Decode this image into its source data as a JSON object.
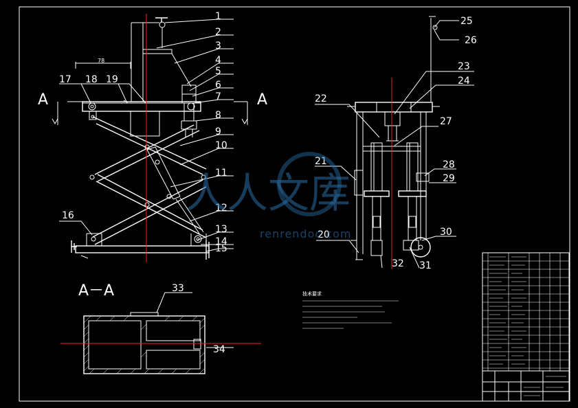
{
  "drawing": {
    "part_numbers": [
      "1",
      "2",
      "3",
      "4",
      "5",
      "6",
      "7",
      "8",
      "9",
      "10",
      "11",
      "12",
      "13",
      "14",
      "15",
      "16",
      "17",
      "18",
      "19",
      "20",
      "21",
      "22",
      "23",
      "24",
      "25",
      "26",
      "27",
      "28",
      "29",
      "30",
      "31",
      "32",
      "33",
      "34"
    ],
    "dimension_78": "78",
    "section_marker": "A",
    "section_title": "A－A",
    "tech_req_title": "技术要求",
    "watermark_logo": "人人文库",
    "watermark_text": "renrendoc.com"
  },
  "colors": {
    "background": "#000000",
    "lines": "#ffffff",
    "centerline": "#ff2020",
    "watermark": "#2a6ea8"
  }
}
